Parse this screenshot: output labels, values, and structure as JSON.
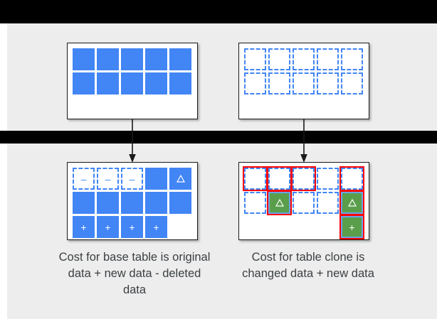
{
  "theme": {
    "background": "#ededed",
    "band_color": "#000000",
    "blue": "#4285f4",
    "green": "#5a9e4c",
    "red_highlight": "#ff0000",
    "text_color": "#3c4043",
    "card_background": "#ffffff"
  },
  "diagram": {
    "title": "",
    "tables": [
      {
        "id": "base-table-before",
        "position": "top-left",
        "columns": 5,
        "rows": [
          [
            {
              "state": "solid",
              "glyph": ""
            },
            {
              "state": "solid",
              "glyph": ""
            },
            {
              "state": "solid",
              "glyph": ""
            },
            {
              "state": "solid",
              "glyph": ""
            },
            {
              "state": "solid",
              "glyph": ""
            }
          ],
          [
            {
              "state": "solid",
              "glyph": ""
            },
            {
              "state": "solid",
              "glyph": ""
            },
            {
              "state": "solid",
              "glyph": ""
            },
            {
              "state": "solid",
              "glyph": ""
            },
            {
              "state": "solid",
              "glyph": ""
            }
          ]
        ]
      },
      {
        "id": "table-clone-before",
        "position": "top-right",
        "columns": 5,
        "rows": [
          [
            {
              "state": "dashed",
              "glyph": ""
            },
            {
              "state": "dashed",
              "glyph": ""
            },
            {
              "state": "dashed",
              "glyph": ""
            },
            {
              "state": "dashed",
              "glyph": ""
            },
            {
              "state": "dashed",
              "glyph": ""
            }
          ],
          [
            {
              "state": "dashed",
              "glyph": ""
            },
            {
              "state": "dashed",
              "glyph": ""
            },
            {
              "state": "dashed",
              "glyph": ""
            },
            {
              "state": "dashed",
              "glyph": ""
            },
            {
              "state": "dashed",
              "glyph": ""
            }
          ]
        ]
      },
      {
        "id": "base-table-after",
        "position": "bottom-left",
        "columns": 5,
        "rows": [
          [
            {
              "state": "dashed",
              "glyph": "minus"
            },
            {
              "state": "dashed",
              "glyph": "minus"
            },
            {
              "state": "dashed",
              "glyph": "minus"
            },
            {
              "state": "solid",
              "glyph": ""
            },
            {
              "state": "solid",
              "glyph": "triangle"
            }
          ],
          [
            {
              "state": "solid",
              "glyph": ""
            },
            {
              "state": "solid",
              "glyph": ""
            },
            {
              "state": "solid",
              "glyph": ""
            },
            {
              "state": "solid",
              "glyph": ""
            },
            {
              "state": "solid",
              "glyph": ""
            }
          ],
          [
            {
              "state": "solid",
              "glyph": "plus"
            },
            {
              "state": "solid",
              "glyph": "plus"
            },
            {
              "state": "solid",
              "glyph": "plus"
            },
            {
              "state": "solid",
              "glyph": "plus"
            },
            {
              "state": "empty",
              "glyph": ""
            }
          ]
        ]
      },
      {
        "id": "table-clone-after",
        "position": "bottom-right",
        "columns": 5,
        "rows": [
          [
            {
              "state": "dashed",
              "glyph": "",
              "highlight": true
            },
            {
              "state": "dashed",
              "glyph": "",
              "highlight": true
            },
            {
              "state": "dashed",
              "glyph": "",
              "highlight": true
            },
            {
              "state": "dashed",
              "glyph": "",
              "highlight": false
            },
            {
              "state": "dashed",
              "glyph": "",
              "highlight": true
            }
          ],
          [
            {
              "state": "dashed",
              "glyph": "",
              "highlight": false
            },
            {
              "state": "green",
              "glyph": "triangle",
              "highlight": true
            },
            {
              "state": "dashed",
              "glyph": "",
              "highlight": false
            },
            {
              "state": "dashed",
              "glyph": "",
              "highlight": false
            },
            {
              "state": "green",
              "glyph": "triangle",
              "highlight": true
            }
          ],
          [
            {
              "state": "empty",
              "glyph": "",
              "highlight": false
            },
            {
              "state": "empty",
              "glyph": "",
              "highlight": false
            },
            {
              "state": "empty",
              "glyph": "",
              "highlight": false
            },
            {
              "state": "empty",
              "glyph": "",
              "highlight": false
            },
            {
              "state": "green",
              "glyph": "plus",
              "highlight": true
            }
          ]
        ]
      }
    ],
    "connectors": [
      {
        "id": "arrow-base",
        "from": "base-table-before",
        "to": "base-table-after",
        "direction": "down"
      },
      {
        "id": "arrow-clone",
        "from": "table-clone-before",
        "to": "table-clone-after",
        "direction": "down"
      }
    ],
    "captions": {
      "left": "Cost for base table is original data + new data - deleted data",
      "right": "Cost for table clone is changed data + new data"
    },
    "legend_glyphs": {
      "minus": "deleted-data-cell",
      "plus": "new-data-cell",
      "triangle": "changed-data-cell"
    }
  }
}
